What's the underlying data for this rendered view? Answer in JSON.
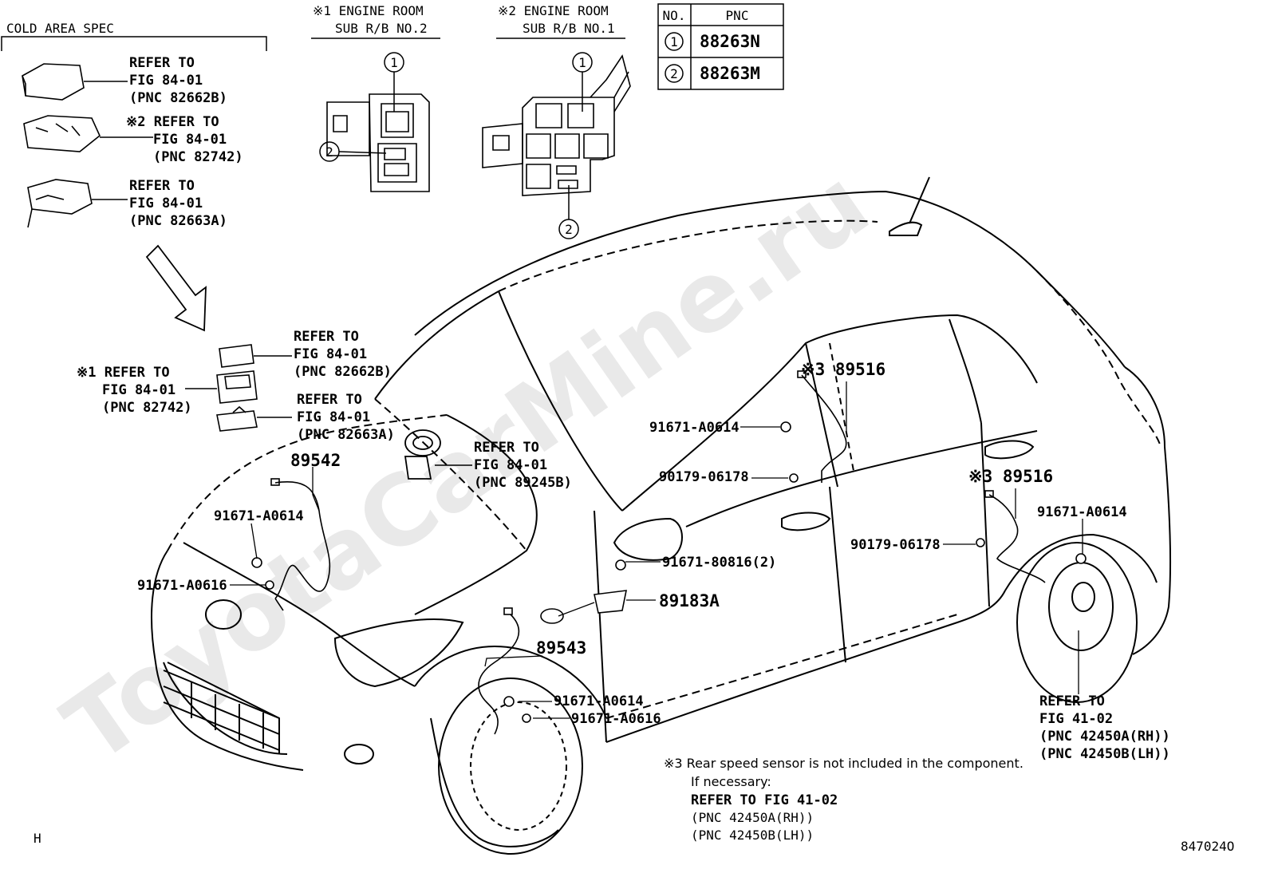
{
  "watermark": "ToyotaCarMine.ru",
  "header": {
    "cold_area": "COLD AREA SPEC",
    "room1_line1": "※1 ENGINE ROOM",
    "room1_line2": "SUB R/B NO.2",
    "room2_line1": "※2 ENGINE ROOM",
    "room2_line2": "SUB R/B NO.1"
  },
  "pnc_table": {
    "headers": [
      "NO.",
      "PNC"
    ],
    "rows": [
      {
        "no": "1",
        "pnc": "88263N"
      },
      {
        "no": "2",
        "pnc": "88263M"
      }
    ]
  },
  "callouts": {
    "c1": "1",
    "c2": "2"
  },
  "refs": {
    "cold1": [
      "REFER TO",
      "FIG 84-01",
      "(PNC 82662B)"
    ],
    "cold2": [
      "※2 REFER TO",
      "FIG 84-01",
      "(PNC 82742)"
    ],
    "cold3": [
      "REFER TO",
      "FIG 84-01",
      "(PNC 82663A)"
    ],
    "mid1": [
      "REFER TO",
      "FIG 84-01",
      "(PNC 82662B)"
    ],
    "mid2": [
      "※1 REFER TO",
      "FIG 84-01",
      "(PNC 82742)"
    ],
    "mid3": [
      "REFER TO",
      "FIG 84-01",
      "(PNC 82663A)"
    ],
    "spiral": [
      "REFER TO",
      "FIG 84-01",
      "(PNC 89245B)"
    ],
    "hub": [
      "REFER TO",
      "FIG 41-02",
      "(PNC 42450A(RH))",
      "(PNC 42450B(LH))"
    ]
  },
  "parts": {
    "p89542": "89542",
    "p91671_a0614_front": "91671-A0614",
    "p91671_a0616_front": "91671-A0616",
    "p89543": "89543",
    "p91671_a0614_low": "91671-A0614",
    "p91671_a0616_low": "91671-A0616",
    "p89516_upper": "※3 89516",
    "p91671_a0614_mid": "91671-A0614",
    "p90179_mid": "90179-06178",
    "p91671_80816": "91671-80816(2)",
    "p89183a": "89183A",
    "p89516_lower": "※3 89516",
    "p90179_rear": "90179-06178",
    "p91671_a0614_rear": "91671-A0614"
  },
  "note": {
    "line1": "※3 Rear speed sensor is not included in the component.",
    "line2": "If necessary:",
    "line3": "REFER TO FIG 41-02",
    "line4": "(PNC 42450A(RH))",
    "line5": "(PNC 42450B(LH))"
  },
  "corner_left": "H",
  "figure_code": "847024O"
}
